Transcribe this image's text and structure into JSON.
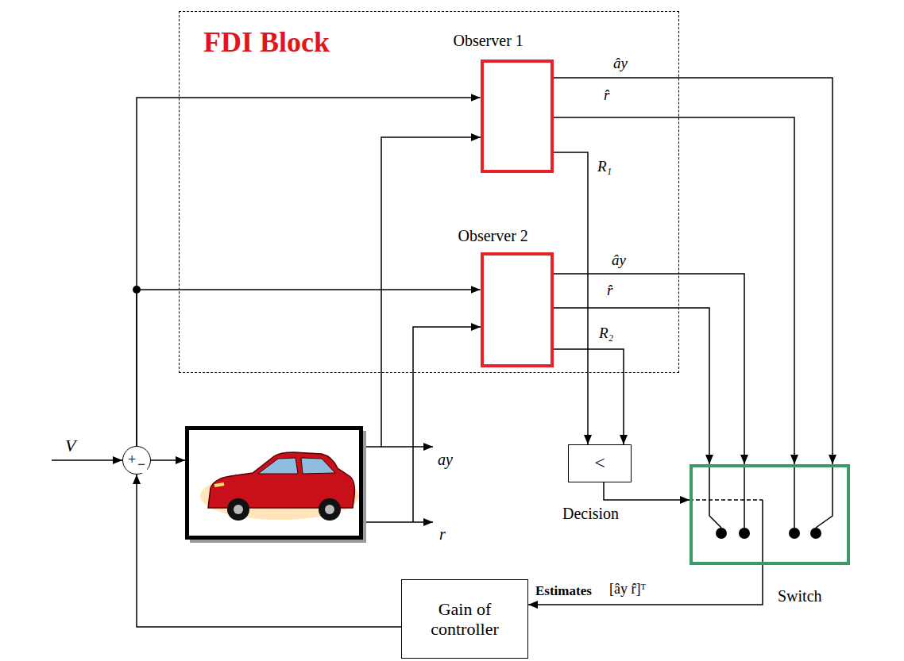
{
  "diagram": {
    "nodes": [
      {
        "text": [
          "FDI Block"
        ]
      },
      {
        "text": [
          "Observer 1"
        ],
        "in": 0
      },
      {
        "text": [
          "Observer 2"
        ],
        "in": 0
      },
      {
        "text": [
          "+",
          "−"
        ]
      },
      {
        "text": [
          "<",
          "Decision"
        ]
      },
      {
        "text": [
          "Switch"
        ]
      },
      {
        "text": [
          "Gain of controller"
        ]
      }
    ],
    "edges": [
      {
        "from": 3,
        "to": 1,
        "arrow": "to"
      },
      {
        "from": 3,
        "to": 2,
        "arrow": "to"
      },
      {
        "from": 1,
        "to": 5,
        "label": "ây",
        "arrow": "to"
      },
      {
        "from": 1,
        "to": 5,
        "label": "r̂",
        "arrow": "to"
      },
      {
        "from": 1,
        "to": 4,
        "label": "R₁",
        "arrow": "to"
      },
      {
        "from": 2,
        "to": 5,
        "label": "ây",
        "arrow": "to"
      },
      {
        "from": 2,
        "to": 5,
        "label": "r̂",
        "arrow": "to"
      },
      {
        "from": 2,
        "to": 4,
        "label": "R₂",
        "arrow": "to"
      },
      {
        "from": 4,
        "to": 5,
        "arrow": "to"
      },
      {
        "from": 5,
        "to": 6,
        "label": "Estimates",
        "arrow": "to"
      },
      {
        "from": 6,
        "to": 3,
        "arrow": "to"
      }
    ],
    "labels": [
      "V",
      "ay",
      "r",
      "[ây r̂]ᵀ"
    ]
  }
}
